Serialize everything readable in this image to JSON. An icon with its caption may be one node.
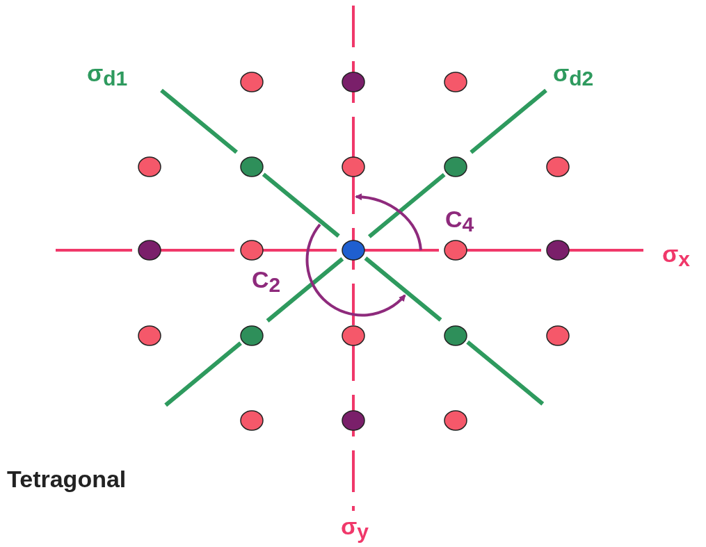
{
  "diagram": {
    "labels": [
      "σ$_{d1}$",
      "σ$_{d2}$",
      "C$_{4}$",
      "σ$_{x}$",
      "C$_{2}$",
      "Tetragonal",
      "σ$_{y}$"
    ]
  }
}
